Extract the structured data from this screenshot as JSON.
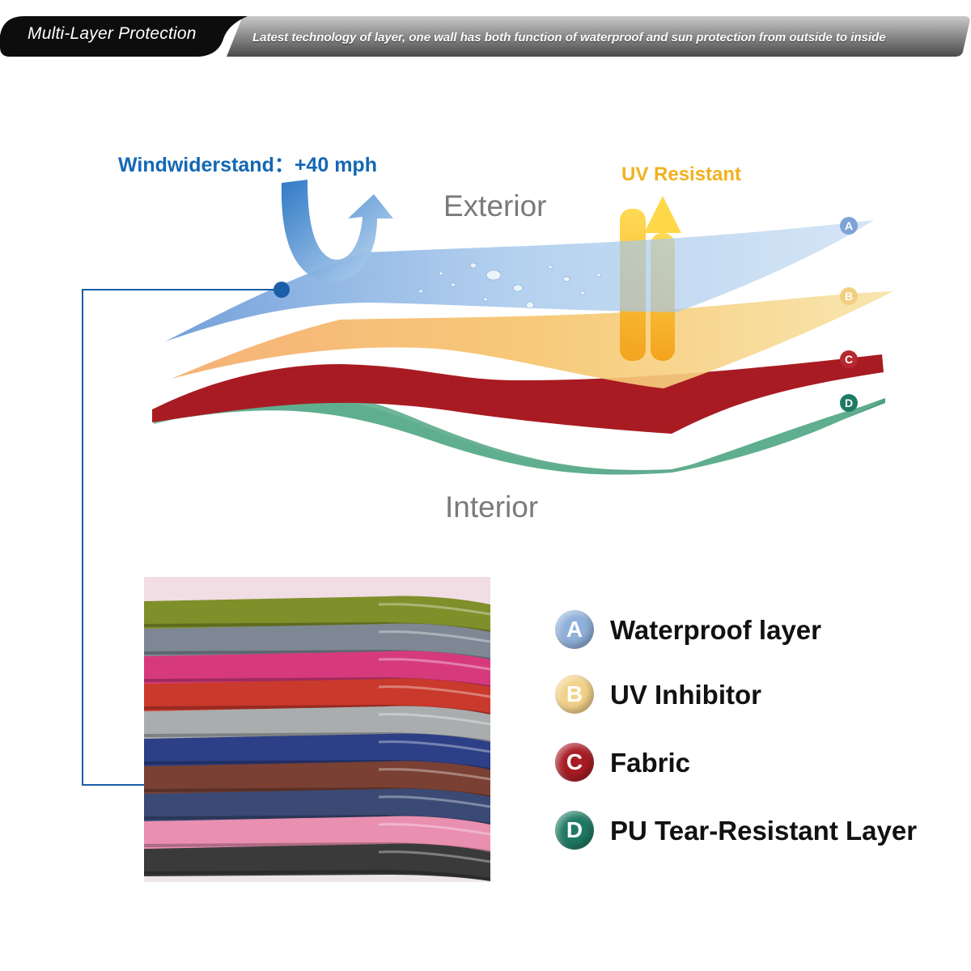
{
  "banner": {
    "title": "Multi-Layer Protection",
    "description": "Latest technology of layer, one wall has both function of waterproof and sun protection from outside to inside"
  },
  "diagram": {
    "wind_label": "Windwiderstand：+40 mph",
    "uv_label": "UV Resistant",
    "exterior_label": "Exterior",
    "interior_label": "Interior",
    "layer_badges": [
      "A",
      "B",
      "C",
      "D"
    ]
  },
  "legend": [
    {
      "letter": "A",
      "label": "Waterproof layer",
      "color": "#8fb0d9"
    },
    {
      "letter": "B",
      "label": "UV Inhibitor",
      "color": "#f2d28a"
    },
    {
      "letter": "C",
      "label": "Fabric",
      "color": "#a81c24"
    },
    {
      "letter": "D",
      "label": "PU Tear-Resistant Layer",
      "color": "#1f7a63"
    }
  ],
  "colors": {
    "layer_a": "#8fb8e6",
    "layer_b": "#f5c56a",
    "layer_c": "#a91b22",
    "layer_d": "#5fae8f",
    "connector": "#1a5fa8",
    "wind_text": "#1467b4",
    "uv_text": "#f0b21f"
  },
  "photo": {
    "fabric_colors": [
      "#7f8f2a",
      "#7d8894",
      "#d63a7d",
      "#c9392c",
      "#a9adae",
      "#2d3f86",
      "#7a4033",
      "#3a4a74",
      "#e98fb0",
      "#3a3a3a"
    ]
  }
}
